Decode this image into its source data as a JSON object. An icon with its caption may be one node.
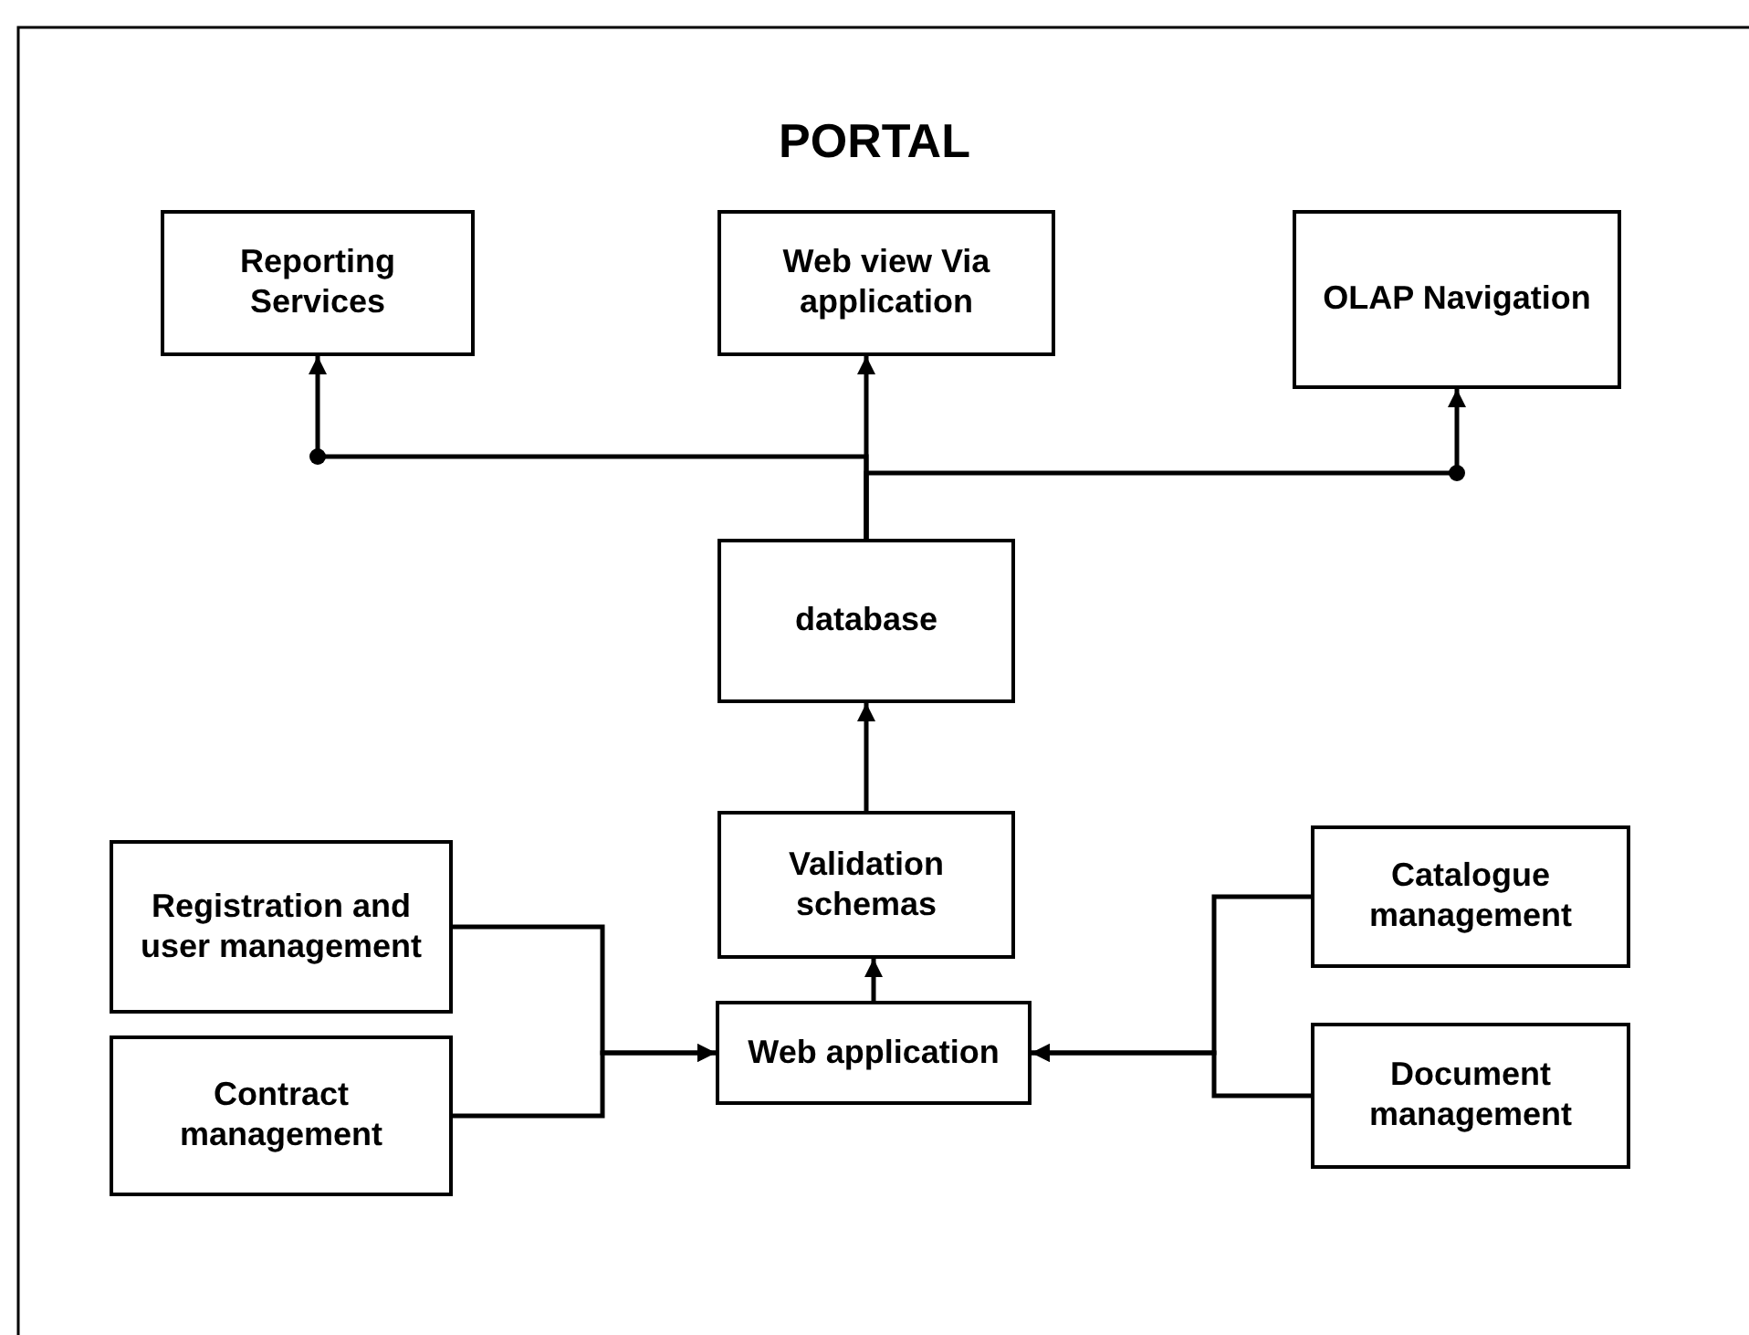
{
  "diagram": {
    "title": "PORTAL",
    "nodes": [
      {
        "text": [
          "Reporting Services"
        ]
      },
      {
        "text": [
          "Web view Via application"
        ]
      },
      {
        "text": [
          "OLAP Navigation"
        ]
      },
      {
        "text": [
          "database"
        ]
      },
      {
        "text": [
          "Registration and user management"
        ]
      },
      {
        "text": [
          "Validation schemas"
        ]
      },
      {
        "text": [
          "Catalogue management"
        ]
      },
      {
        "text": [
          "Web application"
        ]
      },
      {
        "text": [
          "Contract management"
        ]
      },
      {
        "text": [
          "Document management"
        ]
      }
    ],
    "edges": [
      {
        "from": 3,
        "to": 0,
        "arrow": "to"
      },
      {
        "from": 3,
        "to": 1,
        "arrow": "to"
      },
      {
        "from": 3,
        "to": 2,
        "arrow": "to"
      },
      {
        "from": 5,
        "to": 3,
        "arrow": "to"
      },
      {
        "from": 7,
        "to": 5,
        "arrow": "to"
      },
      {
        "from": 4,
        "to": 7,
        "arrow": "to"
      },
      {
        "from": 8,
        "to": 7,
        "arrow": "to"
      },
      {
        "from": 6,
        "to": 7,
        "arrow": "to"
      },
      {
        "from": 9,
        "to": 7,
        "arrow": "to"
      }
    ]
  }
}
